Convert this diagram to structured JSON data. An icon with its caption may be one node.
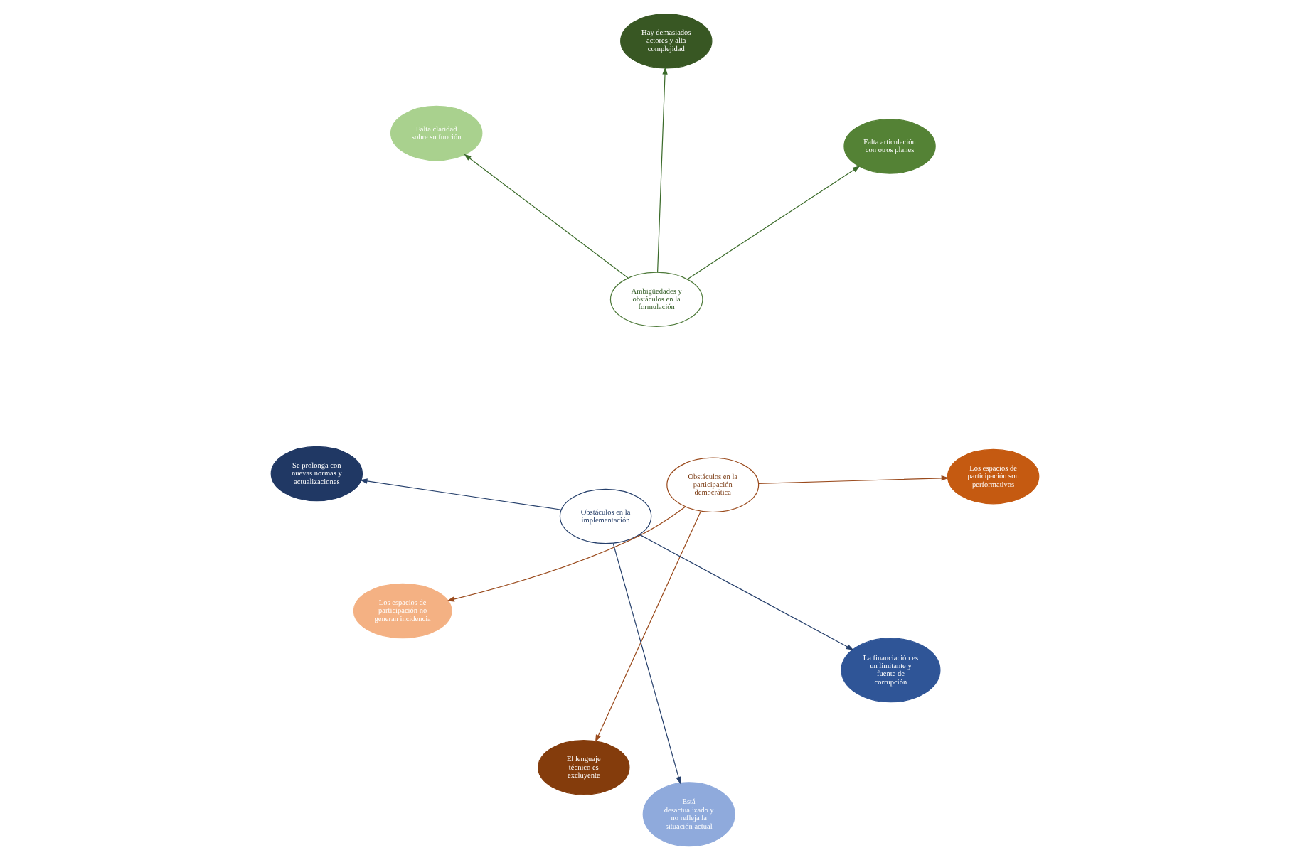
{
  "diagram": {
    "nodes": [
      {
        "text": [
          "Ambigüedades y obstáculos en la formulación"
        ]
      },
      {
        "text": [
          "Obstáculos en la participación democrática"
        ]
      },
      {
        "text": [
          "Obstáculos en la implementación"
        ]
      },
      {
        "text": [
          "Falta claridad sobre su función"
        ]
      },
      {
        "text": [
          "Falta articulación con otros planes"
        ]
      },
      {
        "text": [
          "Hay demasiados actores y alta complejidad"
        ]
      },
      {
        "text": [
          "El lenguaje técnico es excluyente"
        ]
      },
      {
        "text": [
          "Los espacios de participación son performativos"
        ]
      },
      {
        "text": [
          "Los espacios de participación no generan incidencia"
        ]
      },
      {
        "text": [
          "Está desactualizado y no refleja la situación actual"
        ]
      },
      {
        "text": [
          "La financiación es un limitante y fuente de corrupción"
        ]
      },
      {
        "text": [
          "Se prolonga con nuevas normas y actualizaciones"
        ]
      }
    ],
    "edges": [
      {
        "from": 0,
        "to": 3,
        "arrow": "to",
        "color": "#3b6b2a"
      },
      {
        "from": 0,
        "to": 4,
        "arrow": "to",
        "color": "#3b6b2a"
      },
      {
        "from": 0,
        "to": 5,
        "arrow": "to",
        "color": "#3b6b2a"
      },
      {
        "from": 1,
        "to": 6,
        "arrow": "to",
        "color": "#9a4a1c"
      },
      {
        "from": 1,
        "to": 7,
        "arrow": "to",
        "color": "#9a4a1c"
      },
      {
        "from": 1,
        "to": 8,
        "arrow": "to",
        "color": "#9a4a1c"
      },
      {
        "from": 2,
        "to": 9,
        "arrow": "to",
        "color": "#253f6b"
      },
      {
        "from": 2,
        "to": 10,
        "arrow": "to",
        "color": "#253f6b"
      },
      {
        "from": 2,
        "to": 11,
        "arrow": "to",
        "color": "#253f6b"
      }
    ]
  }
}
